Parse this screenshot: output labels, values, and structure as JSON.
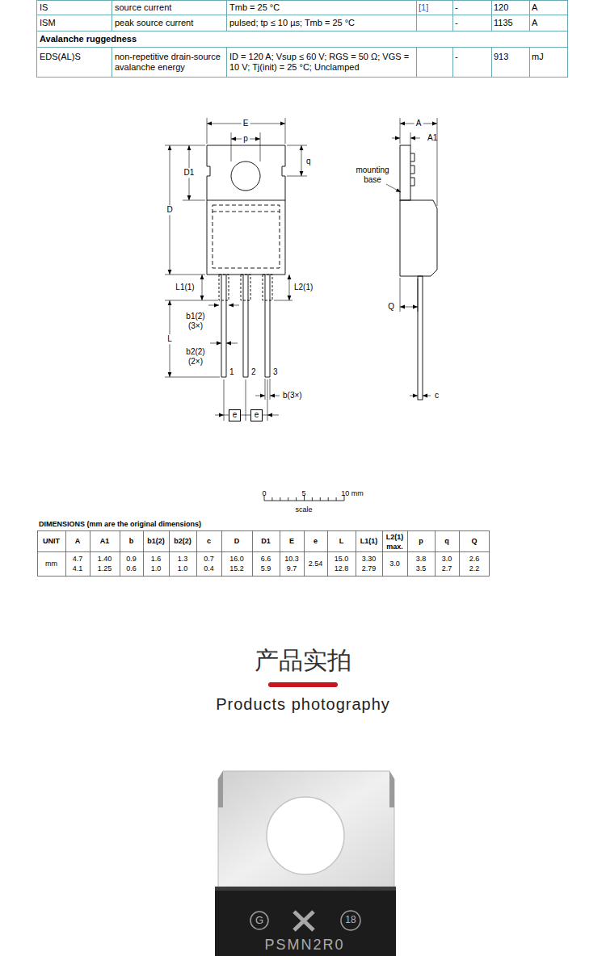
{
  "diagram": {
    "nodes": [
      {
        "text": [
          "e"
        ]
      },
      {
        "text": [
          "e"
        ]
      }
    ],
    "labels": [
      "IS",
      "source current",
      "Tmb = 25 °C",
      "[1]",
      "-",
      "120",
      "A",
      "ISM",
      "peak source current",
      "pulsed; tp ≤ 10 µs; Tmb = 25 °C",
      "-",
      "1135",
      "A",
      "Avalanche ruggedness",
      "EDS(AL)S",
      "non-repetitive drain-source avalanche energy",
      "ID = 120 A; Vsup ≤ 60 V; RGS = 50 Ω; VGS = 10 V; Tj(init) = 25 °C; Unclamped",
      "-",
      "913",
      "mJ",
      "E",
      "p",
      "q",
      "D1",
      "D",
      "L1(1)",
      "L2(1)",
      "b1(2)",
      "(3×)",
      "L",
      "b2(2)",
      "(2×)",
      "1",
      "2",
      "3",
      "b(3×)",
      "A",
      "A1",
      "mounting base",
      "Q",
      "c",
      "0",
      "5",
      "10 mm",
      "scale",
      "DIMENSIONS (mm are the original dimensions)",
      "UNIT",
      "A",
      "A1",
      "b",
      "b1(2)",
      "b2(2)",
      "c",
      "D",
      "D1",
      "E",
      "e",
      "L",
      "L1(1)",
      "L2(1)",
      "max.",
      "p",
      "q",
      "Q",
      "mm",
      "4.7",
      "4.1",
      "1.40",
      "1.25",
      "0.9",
      "0.6",
      "1.6",
      "1.0",
      "1.3",
      "1.0",
      "0.7",
      "0.4",
      "16.0",
      "15.2",
      "6.6",
      "5.9",
      "10.3",
      "9.7",
      "2.54",
      "15.0",
      "12.8",
      "3.30",
      "2.79",
      "3.0",
      "3.8",
      "3.5",
      "3.0",
      "2.7",
      "2.6",
      "2.2",
      "产品实拍",
      "Products photography",
      "G",
      "18",
      "PSMN2R0"
    ]
  }
}
